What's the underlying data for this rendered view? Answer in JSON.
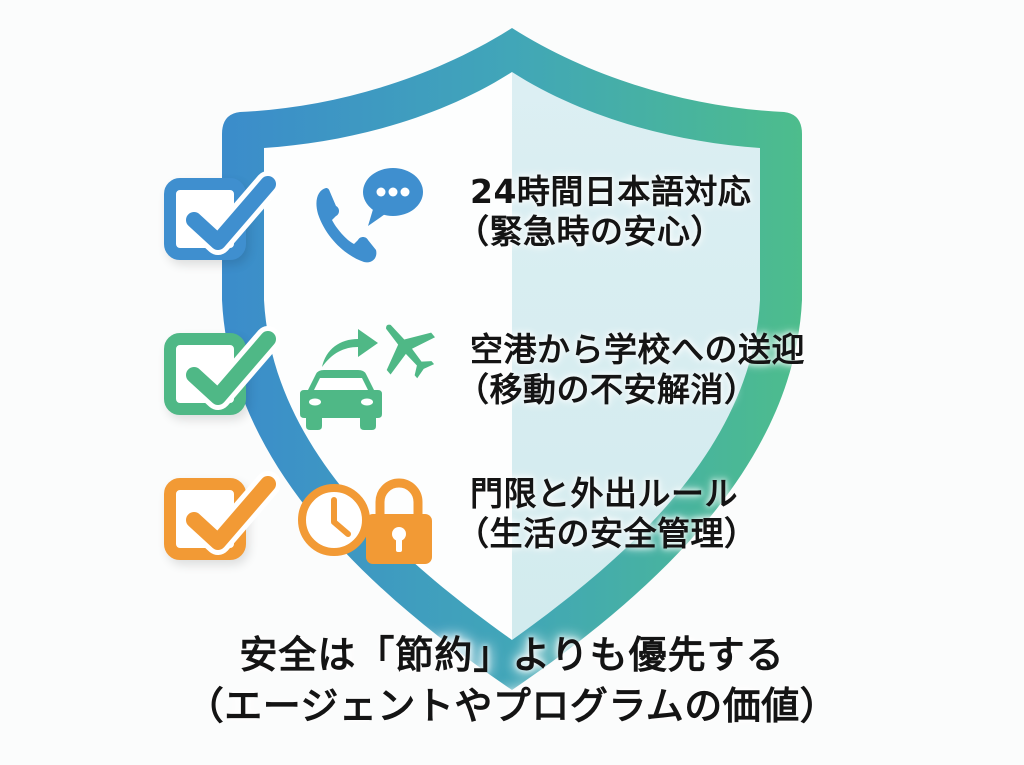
{
  "colors": {
    "background": "#fbfcfc",
    "shield_left": "#3b8ccb",
    "shield_right": "#4dbd8c",
    "shield_inner_right": "#d9eef2",
    "blue": "#3f8fcf",
    "green": "#4fb886",
    "orange": "#f29a35",
    "text": "#141414"
  },
  "features": [
    {
      "title": "24時間日本語対応",
      "subtitle": "（緊急時の安心）",
      "color": "#3f8fcf",
      "icons": [
        "phone-icon",
        "chat-bubble-icon"
      ],
      "checked": true
    },
    {
      "title": "空港から学校への送迎",
      "subtitle": "（移動の不安解消）",
      "color": "#4fb886",
      "icons": [
        "car-icon",
        "arrow-icon",
        "airplane-icon"
      ],
      "checked": true
    },
    {
      "title": "門限と外出ルール",
      "subtitle": "（生活の安全管理）",
      "color": "#f29a35",
      "icons": [
        "clock-icon",
        "padlock-icon"
      ],
      "checked": true
    }
  ],
  "footer": {
    "line1": "安全は「節約」よりも優先する",
    "line2": "（エージェントやプログラムの価値）"
  }
}
